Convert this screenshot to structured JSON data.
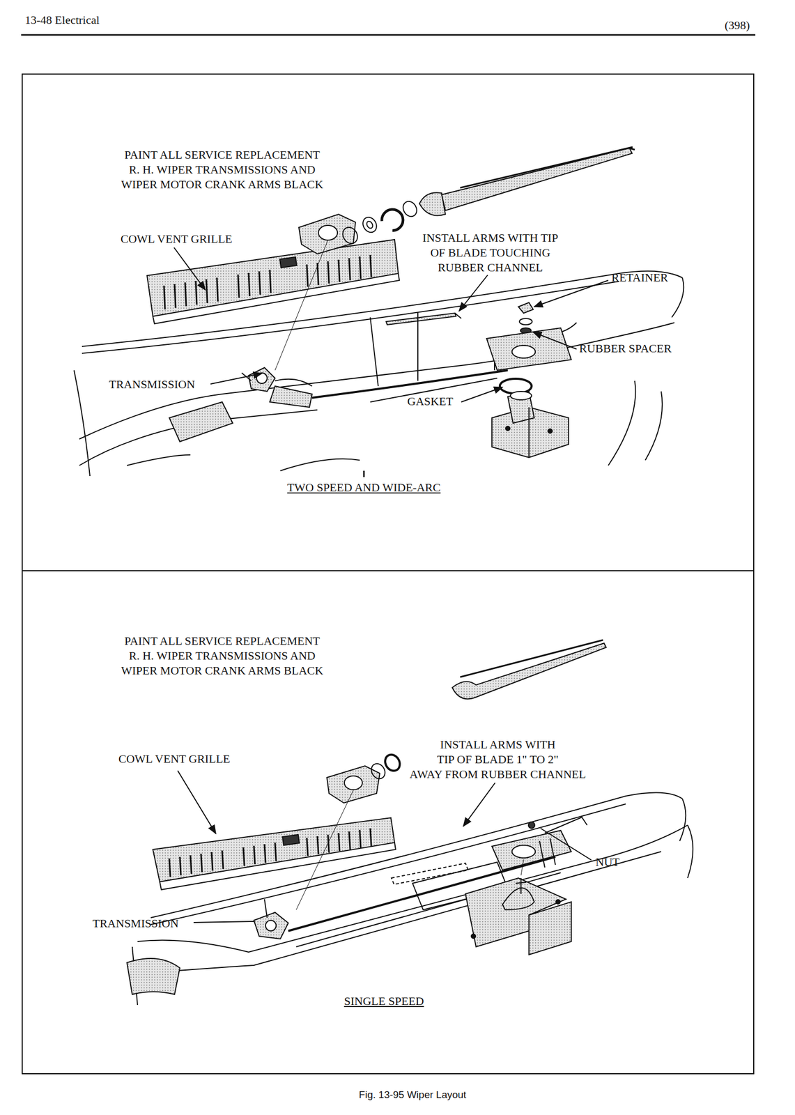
{
  "diagram": {
    "caption": "Fig. 13-95 Wiper Layout",
    "labels": [
      "13-48 Electrical",
      "(398)",
      "PAINT ALL SERVICE REPLACEMENT R. H. WIPER TRANSMISSIONS AND WIPER MOTOR CRANK ARMS BLACK",
      "COWL VENT GRILLE",
      "INSTALL ARMS WITH TIP OF BLADE TOUCHING RUBBER CHANNEL",
      "RETAINER",
      "RUBBER SPACER",
      "TRANSMISSION",
      "GASKET",
      "TWO SPEED AND WIDE-ARC",
      "PAINT ALL SERVICE REPLACEMENT R. H. WIPER TRANSMISSIONS AND WIPER MOTOR CRANK ARMS BLACK",
      "COWL VENT GRILLE",
      "INSTALL ARMS WITH TIP OF BLADE 1\" TO 2\" AWAY FROM RUBBER CHANNEL",
      "NUT",
      "TRANSMISSION",
      "SINGLE SPEED"
    ]
  }
}
